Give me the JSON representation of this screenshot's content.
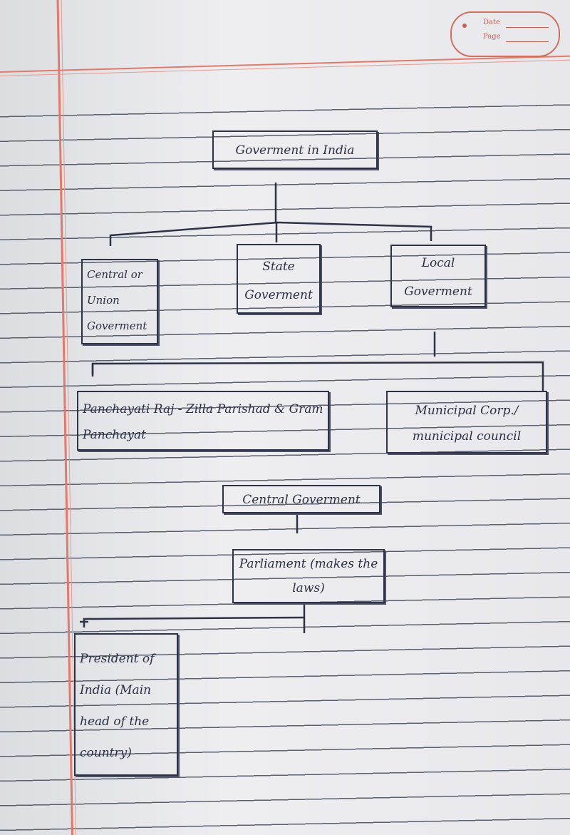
{
  "stamp": {
    "date_label": "Date",
    "page_label": "Page"
  },
  "diagram": {
    "root": "Goverment in India",
    "central": "Central or Union Goverment",
    "state": "State Goverment",
    "local": "Local Goverment",
    "panchayati": "Panchayati Raj - Zilla Parishad & Gram Panchayat",
    "municipal": "Municipal Corp./ municipal council",
    "central_gov": "Central Goverment",
    "parliament": "Parliament (makes the laws)",
    "president": "President of India (Main head of the country)"
  }
}
